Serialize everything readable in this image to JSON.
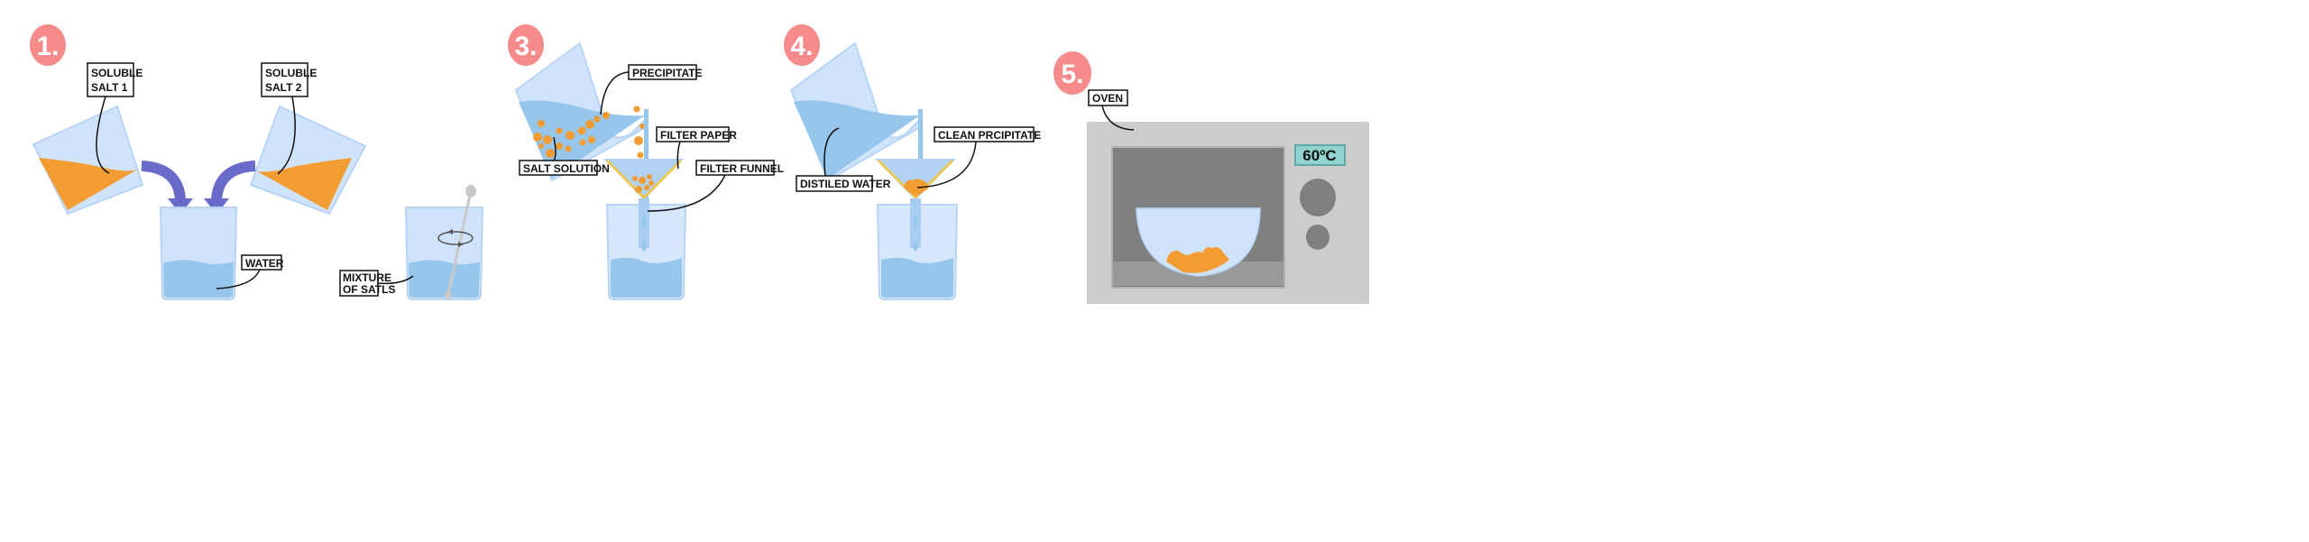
{
  "steps": [
    {
      "number": "1."
    },
    {
      "number": "3."
    },
    {
      "number": "4."
    },
    {
      "number": "5."
    }
  ],
  "labels": {
    "soluble_salt_1": [
      "SOLUBLE",
      "SALT 1"
    ],
    "soluble_salt_2": [
      "SOLUBLE",
      "SALT 2"
    ],
    "water": "WATER",
    "mixture": [
      "MIXTURE",
      "OF SATLS"
    ],
    "precipitate": "PRECIPITATE",
    "filter_paper": "FILTER PAPER",
    "filter_funnel": "FILTER FUNNEL",
    "salt_solution": "SALT SOLUTION",
    "distiled_water": "DISTILED WATER",
    "clean_precipitate": "CLEAN PRCIPITATE",
    "oven": "OVEN"
  },
  "oven": {
    "temperature_display": "60ºC"
  },
  "colors": {
    "badge": "#f78b8b",
    "glass": "#cfe3fb",
    "water": "#96c6ec",
    "salt": "#f39c32",
    "arrow": "#6a6acb",
    "filter_paper": "#f5c842",
    "oven_body": "#cccccc",
    "oven_window": "#808080",
    "display": "#93d3cf"
  }
}
